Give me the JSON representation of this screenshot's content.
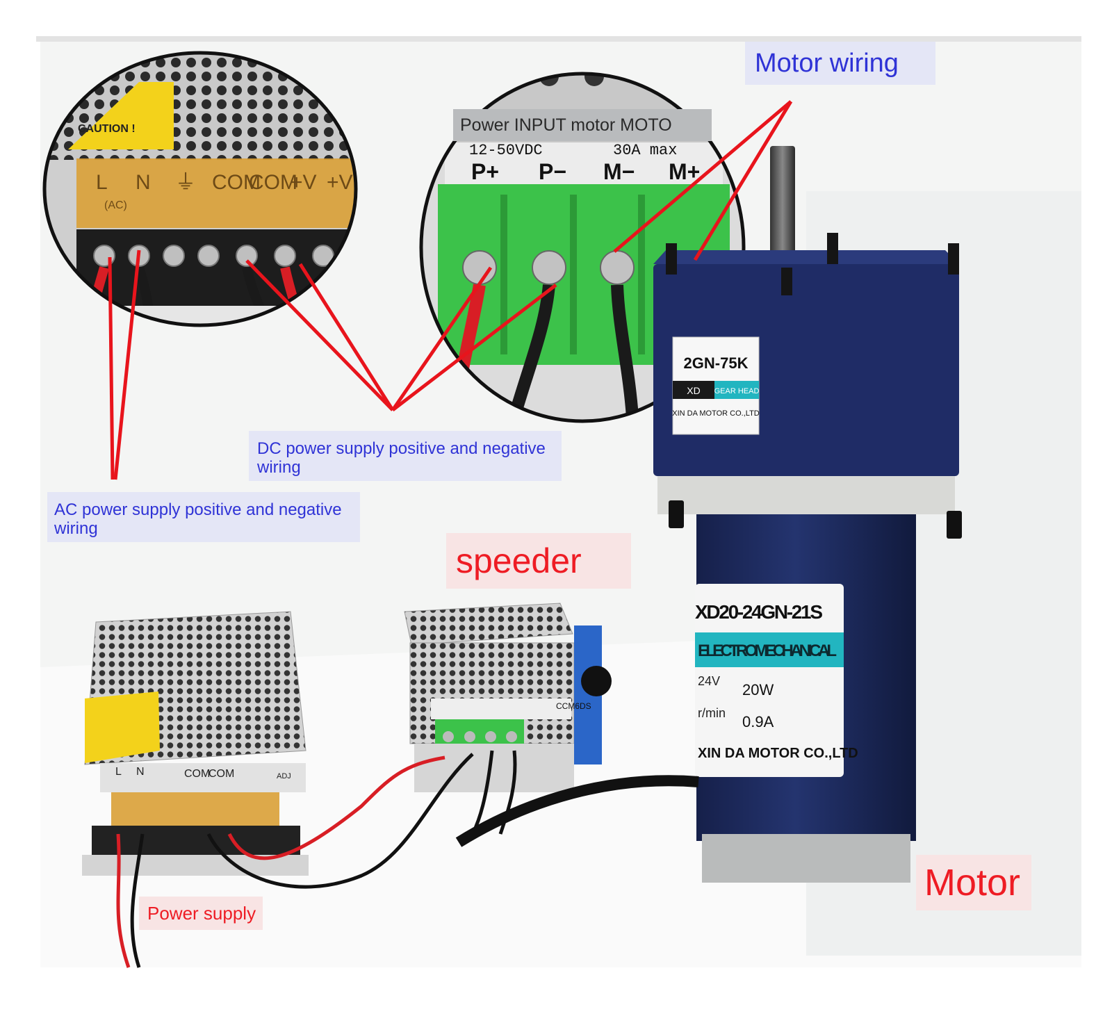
{
  "callouts": {
    "motor_wiring": "Motor wiring",
    "power_input": "Power INPUT motor MOTO",
    "dc_wiring": "DC power supply positive and negative wiring",
    "ac_wiring": "AC power supply positive and negative wiring",
    "speeder": "speeder",
    "motor": "Motor",
    "power_supply": "Power supply"
  },
  "ac_terminal_block": {
    "caution": "CAUTION !",
    "terminals": [
      "L",
      "N",
      "⏚",
      "COM",
      "COM",
      "+V",
      "+V"
    ],
    "ac_sub": "(AC)",
    "adj": "ADJ"
  },
  "controller": {
    "rating_left": "12-50VDC",
    "rating_right": "30A max",
    "terminals": [
      "P+",
      "P−",
      "M−",
      "M+"
    ],
    "model": "CCM6DS"
  },
  "gearhead_label": {
    "model": "2GN-75K",
    "brand_short": "XD",
    "gear_head": "GEAR HEAD",
    "maker": "XIN DA MOTOR CO.,LTD"
  },
  "motor_label": {
    "model": "XD20-24GN-21S",
    "banner": "ELECTROMECHANICAL",
    "voltage": "24V",
    "power": "20W",
    "speed": "r/min",
    "current": "0.9A",
    "maker": "XIN DA MOTOR CO.,LTD"
  },
  "colors": {
    "wire_red": "#e8141c",
    "callout_blue_text": "#2f33d6",
    "callout_red_text": "#ee1c24",
    "terminal_green": "#3cc24a",
    "motor_blue": "#1d2a5e",
    "label_teal": "#22b5c0"
  }
}
